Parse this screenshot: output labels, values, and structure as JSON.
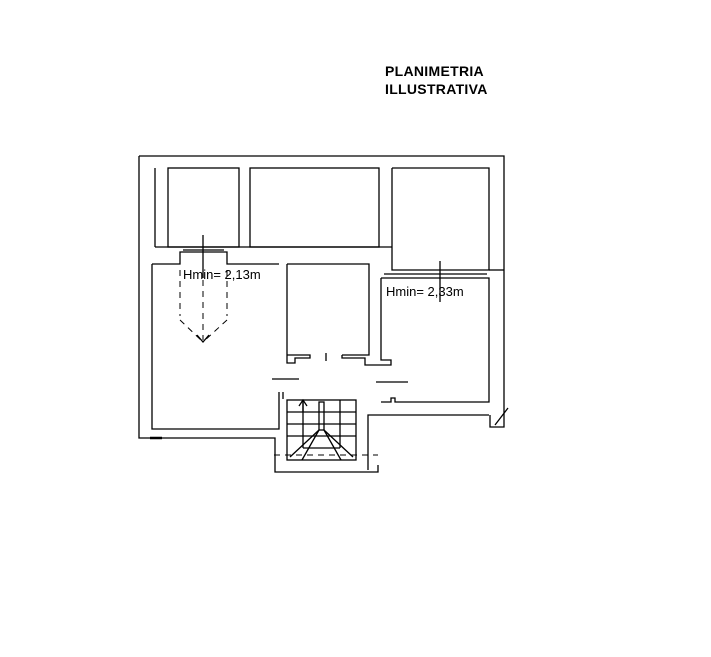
{
  "title": {
    "line1": "PLANIMETRIA",
    "line2": "ILLUSTRATIVA"
  },
  "labels": {
    "hmin_left": "Hmin= 2,13m",
    "hmin_right": "Hmin= 2,33m"
  },
  "colors": {
    "line": "#000000",
    "background": "#ffffff"
  }
}
